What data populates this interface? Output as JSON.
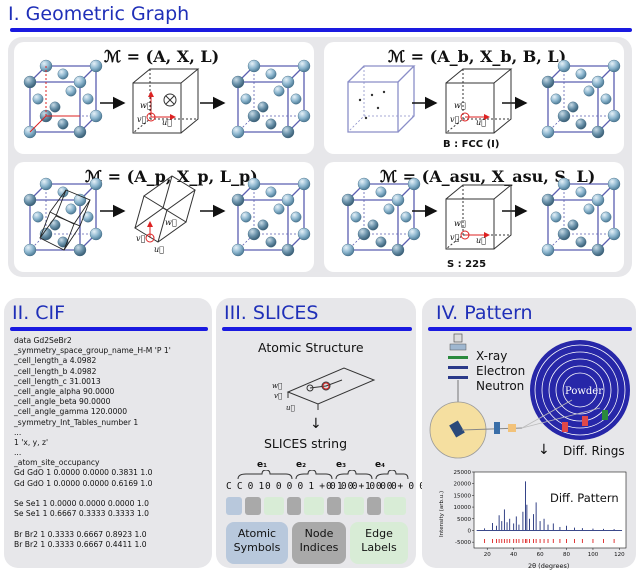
{
  "section1": {
    "title": "I. Geometric Graph",
    "formulas": [
      "ℳ = (A, X, L)",
      "ℳ = (A_b, X_b, B, L)",
      "ℳ = (A_p, X_p, L_p)",
      "ℳ = (A_asu, X_asu, S, L)"
    ],
    "captions": {
      "fcc": "B : FCC (I)",
      "sg": "S : 225"
    },
    "vectors": {
      "v": "v⃗",
      "w": "w⃗",
      "u": "u⃗"
    }
  },
  "section2": {
    "title": "II. CIF",
    "lines": [
      "data Gd2SeBr2",
      "_symmetry_space_group_name_H-M 'P 1'",
      "_cell_length_a 4.0982",
      "_cell_length_b 4.0982",
      "_cell_length_c 31.0013",
      "_cell_angle_alpha 90.0000",
      "_cell_angle_beta 90.0000",
      "_cell_angle_gamma 120.0000",
      "_symmetry_Int_Tables_number 1",
      "...",
      "1 'x, y, z'",
      "...",
      "_atom_site_occupancy",
      "Gd GdO 1 0.0000 0.0000 0.3831 1.0",
      "Gd GdO 1 0.0000 0.0000 0.6169 1.0",
      "",
      "Se Se1 1 0.0000 0.0000 0.0000 1.0",
      "Se Se1 1 0.6667 0.3333 0.3333 1.0",
      "",
      "Br Br2 1 0.3333 0.6667 0.8923 1.0",
      "Br Br2 1 0.3333 0.6667 0.4411 1.0"
    ]
  },
  "section3": {
    "title": "III. SLICES",
    "atomic_structure": "Atomic Structure",
    "slices_string": "SLICES string",
    "edges": [
      "e₁",
      "e₂",
      "e₃",
      "e₄"
    ],
    "code_parts": [
      "C C 0 1",
      "0 0 0 0 1 + 0 0 0",
      "0 1 0 + 0 0 0",
      "1 0 0 + 0 0 0 +"
    ],
    "legend": {
      "atomic_1": "Atomic",
      "atomic_2": "Symbols",
      "node_1": "Node",
      "node_2": "Indices",
      "edge_1": "Edge",
      "edge_2": "Labels"
    },
    "arrow": "↓"
  },
  "section4": {
    "title": "IV. Pattern",
    "probes": [
      "X-ray",
      "Electron",
      "Neutron"
    ],
    "powder": "Powder",
    "rings": "Diff. Rings",
    "arrow": "↓",
    "chart_title": "Diff. Pattern",
    "chart_data": {
      "type": "line",
      "xlabel": "2θ (degrees)",
      "ylabel": "Intensity (arb.u.)",
      "xlim": [
        10,
        125
      ],
      "ylim": [
        -7500,
        25000
      ],
      "xticks": [
        20,
        40,
        60,
        80,
        100,
        120
      ],
      "yticks": [
        -5000,
        0,
        5000,
        10000,
        15000,
        20000,
        25000
      ],
      "peaks": [
        {
          "x": 18,
          "y": 900
        },
        {
          "x": 24,
          "y": 3200
        },
        {
          "x": 27,
          "y": 2000
        },
        {
          "x": 29,
          "y": 6500
        },
        {
          "x": 31,
          "y": 4000
        },
        {
          "x": 33,
          "y": 9000
        },
        {
          "x": 35,
          "y": 3500
        },
        {
          "x": 37,
          "y": 5000
        },
        {
          "x": 40,
          "y": 3000
        },
        {
          "x": 42,
          "y": 6000
        },
        {
          "x": 44,
          "y": 2500
        },
        {
          "x": 47,
          "y": 8000
        },
        {
          "x": 49,
          "y": 21000
        },
        {
          "x": 50,
          "y": 11000
        },
        {
          "x": 52,
          "y": 5000
        },
        {
          "x": 55,
          "y": 7000
        },
        {
          "x": 57,
          "y": 12000
        },
        {
          "x": 60,
          "y": 4000
        },
        {
          "x": 63,
          "y": 5000
        },
        {
          "x": 66,
          "y": 2500
        },
        {
          "x": 70,
          "y": 3000
        },
        {
          "x": 75,
          "y": 1500
        },
        {
          "x": 80,
          "y": 2000
        },
        {
          "x": 86,
          "y": 1200
        },
        {
          "x": 92,
          "y": 1000
        },
        {
          "x": 100,
          "y": 800
        },
        {
          "x": 108,
          "y": 700
        },
        {
          "x": 116,
          "y": 600
        }
      ],
      "markers_y": -4500
    }
  }
}
